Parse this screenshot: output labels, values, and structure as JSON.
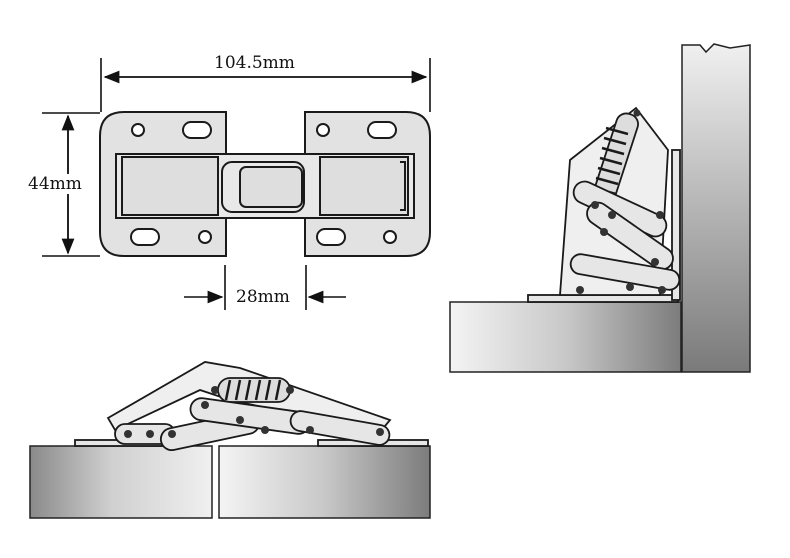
{
  "dimensions": {
    "overall_length": "104.5mm",
    "height": "44mm",
    "gap": "28mm"
  },
  "colors": {
    "plate_fill": "#e2e2e2",
    "outline": "#1a1a1a",
    "board_light": "#f2f2f2",
    "board_dark": "#7a7a7a"
  }
}
